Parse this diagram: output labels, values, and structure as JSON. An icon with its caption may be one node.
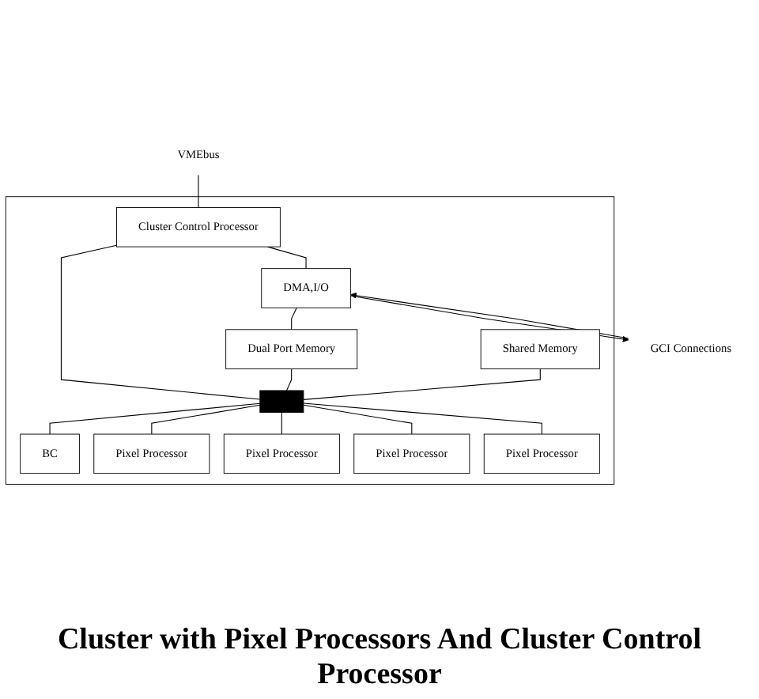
{
  "diagram": {
    "caption": "Cluster with Pixel Processors And Cluster Control Processor",
    "nodes": [
      {
        "text": [
          "VMEbus"
        ]
      },
      {
        "text": [
          "GCI Connections"
        ]
      },
      {
        "text": [],
        "shape": "box"
      },
      {
        "text": [
          "Cluster Control Processor"
        ],
        "in": 2
      },
      {
        "text": [
          "DMA,I/O"
        ],
        "in": 2
      },
      {
        "text": [
          "Shared Memory"
        ],
        "in": 2
      },
      {
        "text": [
          "Dual Port Memory"
        ],
        "in": 2
      },
      {
        "text": [],
        "shape": "bar",
        "in": 2
      },
      {
        "text": [
          "BC"
        ],
        "in": 2
      },
      {
        "text": [
          "Pixel Processor"
        ],
        "in": 2
      },
      {
        "text": [
          "Pixel Processor"
        ],
        "in": 2
      },
      {
        "text": [
          "Pixel Processor"
        ],
        "in": 2
      },
      {
        "text": [
          "Pixel Processor"
        ],
        "in": 2
      }
    ],
    "edges": [
      {
        "from": 0,
        "to": 3,
        "arrow": "none"
      },
      {
        "from": 4,
        "to": 1,
        "arrow": "to"
      },
      {
        "from": 1,
        "to": 4,
        "arrow": "to"
      },
      {
        "from": 3,
        "to": 4,
        "arrow": "none"
      },
      {
        "from": 4,
        "to": 6,
        "arrow": "none"
      },
      {
        "from": 3,
        "to": 7,
        "arrow": "none"
      },
      {
        "from": 6,
        "to": 7,
        "arrow": "none"
      },
      {
        "from": 5,
        "to": 7,
        "arrow": "none"
      },
      {
        "from": 7,
        "to": 8,
        "arrow": "none"
      },
      {
        "from": 7,
        "to": 9,
        "arrow": "none"
      },
      {
        "from": 7,
        "to": 10,
        "arrow": "none"
      },
      {
        "from": 7,
        "to": 11,
        "arrow": "none"
      },
      {
        "from": 7,
        "to": 12,
        "arrow": "none"
      }
    ]
  }
}
